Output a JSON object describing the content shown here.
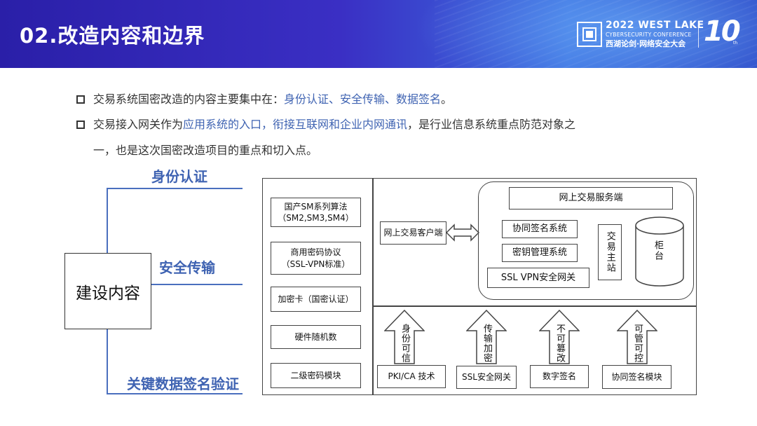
{
  "header": {
    "title": "02.改造内容和边界",
    "conf_line1": "2022 WEST LAKE",
    "conf_line2": "CYBERSECURITY CONFERENCE",
    "conf_line3": "西湖论剑·网络安全大会",
    "logo_number": "10",
    "logo_suffix": "th"
  },
  "bullets": {
    "b1_pre": "交易系统国密改造的内容主要集中在：",
    "b1_hl": "身份认证、安全传输、数据签名",
    "b1_post": "。",
    "b2_pre": "交易接入网关作为",
    "b2_hl": "应用系统的入口，衔接互联网和企业内网通讯",
    "b2_post": "，是行业信息系统重点防范对象之",
    "b2_cont": "一，也是这次国密改造项目的重点和切入点。"
  },
  "left": {
    "label_top": "身份认证",
    "label_mid": "安全传输",
    "label_bottom": "关键数据签名验证",
    "center_box": "建设内容"
  },
  "arch": {
    "left_col": [
      "国产SM系列算法\n（SM2,SM3,SM4）",
      "商用密码协议\n（SSL-VPN标准）",
      "加密卡（国密认证）",
      "硬件随机数",
      "二级密码模块"
    ],
    "client": "网上交易客户端",
    "server_title": "网上交易服务端",
    "co_sign": "协同签名系统",
    "key_mgmt": "密钥管理系统",
    "ssl_gw": "SSL VPN安全网关",
    "main_station": "交易主站",
    "counter": "柜台",
    "bottom_items": [
      "PKI/CA 技术",
      "SSL安全网关",
      "数字签名",
      "协同签名模块"
    ],
    "arrow_labels": [
      "身份可信",
      "传输加密",
      "不可篡改",
      "可管可控"
    ]
  }
}
